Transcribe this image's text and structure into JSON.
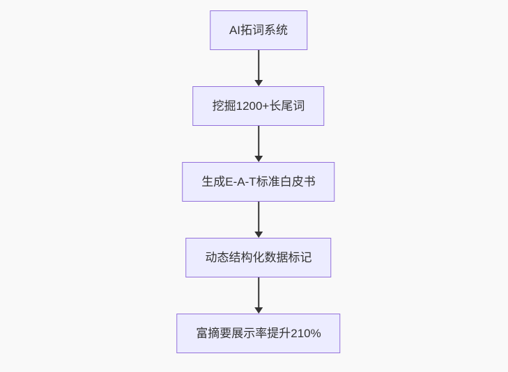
{
  "diagram": {
    "type": "flowchart",
    "direction": "top-to-bottom",
    "nodes": [
      {
        "label": "AI拓词系统"
      },
      {
        "label": "挖掘1200+长尾词"
      },
      {
        "label": "生成E-A-T标准白皮书"
      },
      {
        "label": "动态结构化数据标记"
      },
      {
        "label": "富摘要展示率提升210%"
      }
    ],
    "edges": [
      {
        "from": 0,
        "to": 1
      },
      {
        "from": 1,
        "to": 2
      },
      {
        "from": 2,
        "to": 3
      },
      {
        "from": 3,
        "to": 4
      }
    ],
    "colors": {
      "background": "#f9f9f9",
      "node_fill": "#ececff",
      "node_border": "#9370db",
      "node_text": "#333333",
      "arrow": "#333333"
    }
  }
}
